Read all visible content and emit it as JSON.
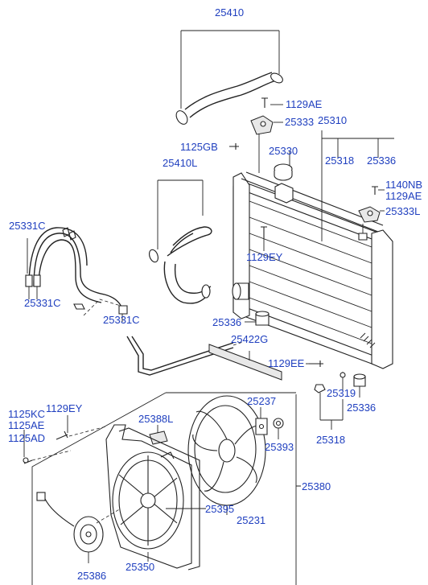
{
  "diagram": {
    "part_numbers": {
      "hose_upper": "25410",
      "bolt_1129ae_top": "1129AE",
      "bracket_25333": "25333",
      "radiator_group": "25310",
      "bolt_1125gb": "1125GB",
      "cap_25330": "25330",
      "tank_25318": "25318",
      "plug_25336_top": "25336",
      "hose_lower": "25410L",
      "bolt_1140nb": "1140NB",
      "bolt_1129ae_right": "1129AE",
      "bracket_25333l": "25333L",
      "hose_25331c_top": "25331C",
      "hose_25331c_mid": "25331C",
      "bolt_1129ey_mid": "1129EY",
      "pipe_25331c": "25331C",
      "insulator_25336_mid": "25336",
      "seal_25422g": "25422G",
      "bolt_1129ee": "1129EE",
      "drain_25319": "25319",
      "insulator_25336_low": "25336",
      "bracket_25318_low": "25318",
      "bolt_1125kc": "1125KC",
      "bolt_1129ey_low": "1129EY",
      "bolt_1125ae": "1125AE",
      "bolt_1125ad": "1125AD",
      "label_25388l": "25388L",
      "clip_25237": "25237",
      "nut_25393": "25393",
      "fan_group_25380": "25380",
      "shroud_25395": "25395",
      "fan_25231": "25231",
      "motor_25386": "25386",
      "shroud_25350": "25350"
    }
  }
}
